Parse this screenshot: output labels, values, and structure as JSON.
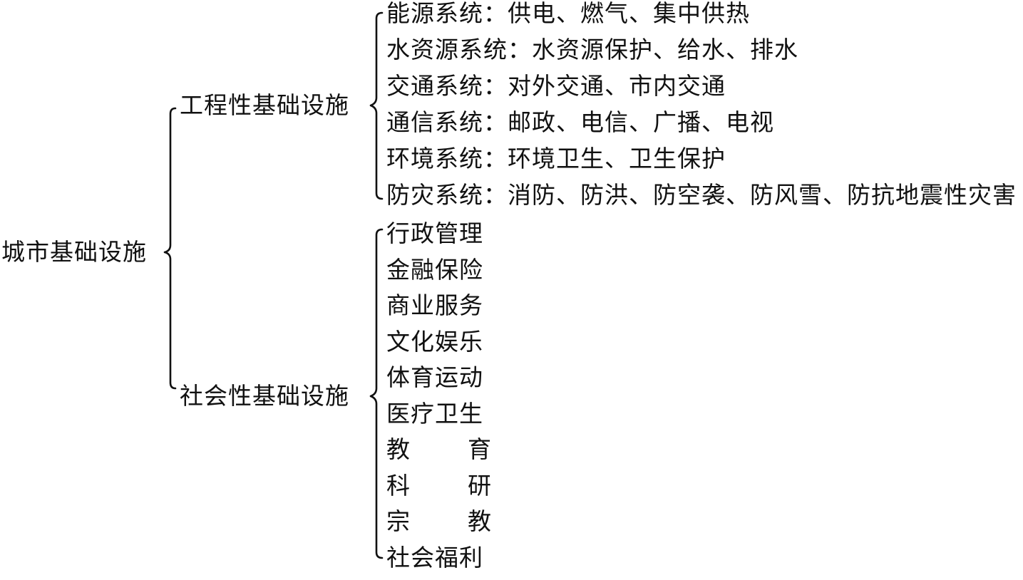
{
  "root": {
    "label": "城市基础设施"
  },
  "branches": [
    {
      "label": "工程性基础设施",
      "items": [
        "能源系统：供电、燃气、集中供热",
        "水资源系统：水资源保护、给水、排水",
        "交通系统：对外交通、市内交通",
        "通信系统：邮政、电信、广播、电视",
        "环境系统：环境卫生、卫生保护",
        "防灾系统：消防、防洪、防空袭、防风雪、防抗地震性灾害"
      ]
    },
    {
      "label": "社会性基础设施",
      "items": [
        "行政管理",
        "金融保险",
        "商业服务",
        "文化娱乐",
        "体育运动",
        "医疗卫生",
        "教育",
        "科研",
        "宗教",
        "社会福利"
      ]
    }
  ]
}
